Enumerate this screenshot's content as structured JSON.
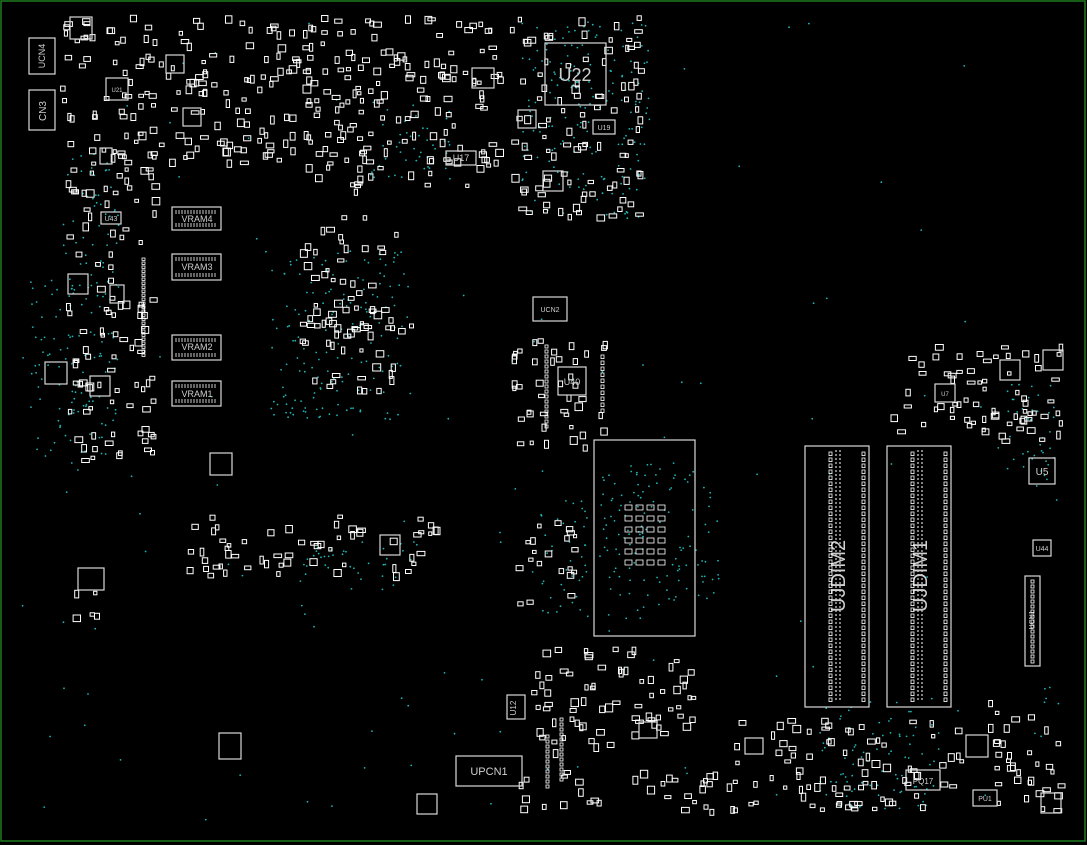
{
  "viewer": {
    "board_outline_color": "#1f7a1f",
    "silkscreen_color": "#d9d9d9",
    "pad_color": "#ffffff",
    "via_color": "#1fb5b5",
    "background": "#000000"
  },
  "components": [
    {
      "key": "u22",
      "label": "U22"
    },
    {
      "key": "ujdim1",
      "label": "UJDIM1"
    },
    {
      "key": "ujdim2",
      "label": "UJDIM2"
    },
    {
      "key": "vram1",
      "label": "VRAM1"
    },
    {
      "key": "vram2",
      "label": "VRAM2"
    },
    {
      "key": "vram3",
      "label": "VRAM3"
    },
    {
      "key": "vram4",
      "label": "VRAM4"
    },
    {
      "key": "u17",
      "label": "U17"
    },
    {
      "key": "u19",
      "label": "U19"
    },
    {
      "key": "u40",
      "label": "U40"
    },
    {
      "key": "u5",
      "label": "U5"
    },
    {
      "key": "u43",
      "label": "U43"
    },
    {
      "key": "u44",
      "label": "U44"
    },
    {
      "key": "u21",
      "label": "U21"
    },
    {
      "key": "u7",
      "label": "U7"
    },
    {
      "key": "u12",
      "label": "U12"
    },
    {
      "key": "ucn1",
      "label": "UCN1"
    },
    {
      "key": "ucn2",
      "label": "UCN2"
    },
    {
      "key": "ucn4",
      "label": "UCN4"
    },
    {
      "key": "cn3",
      "label": "CN3"
    },
    {
      "key": "upcn1",
      "label": "UPCN1"
    },
    {
      "key": "pq17",
      "label": "PQ17"
    },
    {
      "key": "pu1",
      "label": "PU1"
    }
  ]
}
